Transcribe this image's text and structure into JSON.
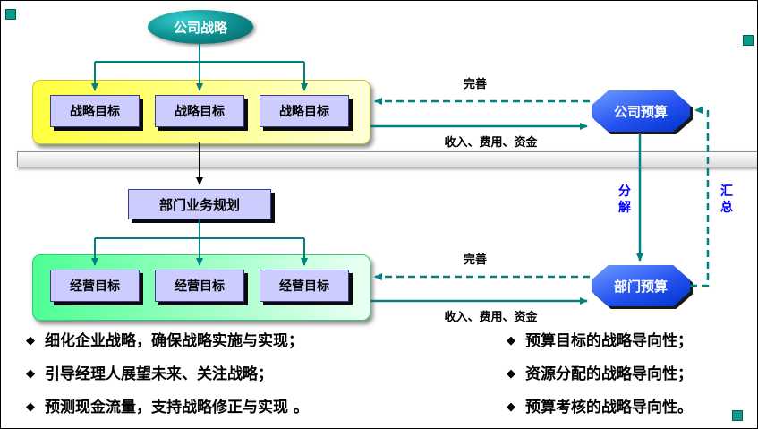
{
  "diagram": {
    "company_strategy": "公司战略",
    "strategic_goals": [
      "战略目标",
      "战略目标",
      "战略目标"
    ],
    "dept_business_plan": "部门业务规划",
    "operating_goals": [
      "经营目标",
      "经营目标",
      "经营目标"
    ],
    "company_budget": "公司预算",
    "dept_budget": "部门预算",
    "edge_labels": {
      "improve_top": "完善",
      "revenue_expense_top": "收入、费用、资金",
      "improve_bottom": "完善",
      "revenue_expense_bottom": "收入、费用、资金",
      "decompose": "分解",
      "aggregate": "汇总"
    }
  },
  "bullets": {
    "glyph": "◆",
    "left": [
      "细化企业战略，确保战略实施与实现；",
      "引导经理人展望未来、关注战略；",
      "预测现金流量，支持战略修正与实现 。"
    ],
    "right": [
      "预算目标的战略导向性；",
      "资源分配的战略导向性；",
      "预算考核的战略导向性。"
    ]
  },
  "colors": {
    "accent_teal": "#008080",
    "flow_label_blue": "#0000ff",
    "goal_box_lavender": "#ccccff",
    "strategy_container_yellow": "#ffff3d",
    "operations_container_green": "#4dff94",
    "budget_octagon_blue": "#2653f0",
    "strategy_ellipse_teal": "#0f9090"
  }
}
